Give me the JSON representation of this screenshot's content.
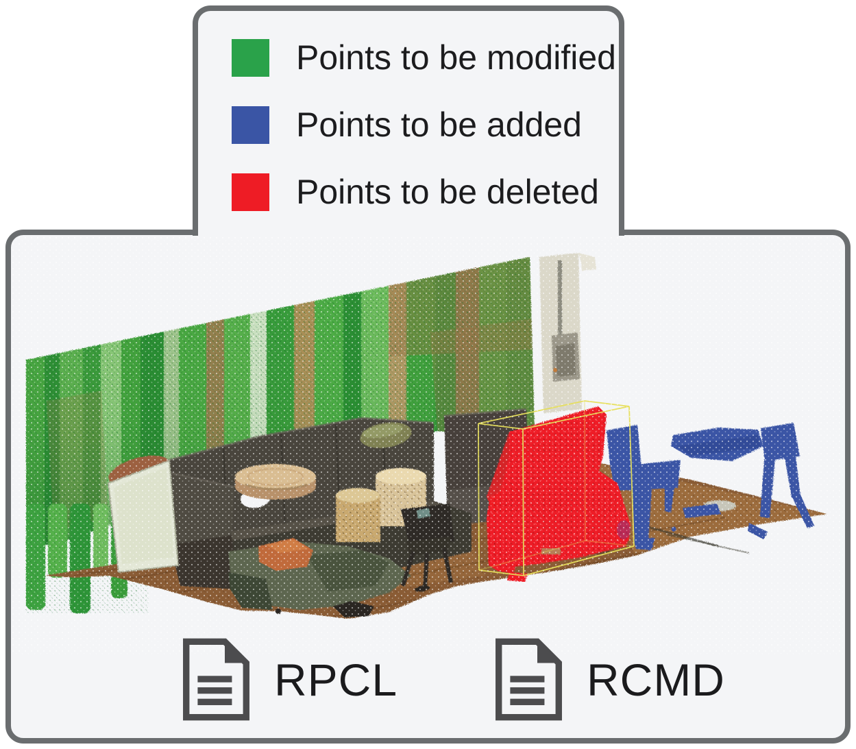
{
  "legend": {
    "items": [
      {
        "id": "modified",
        "label": "Points to be modified",
        "color": "#2aa24a"
      },
      {
        "id": "added",
        "label": "Points to be added",
        "color": "#3a55a5"
      },
      {
        "id": "deleted",
        "label": "Points to be deleted",
        "color": "#ee1c25"
      }
    ]
  },
  "files": [
    {
      "label": "RPCL"
    },
    {
      "label": "RCMD"
    }
  ],
  "colors": {
    "panel_border": "#6a6d6f",
    "panel_bg": "#f4f5f7",
    "text": "#1c1c1e",
    "icon_gray": "#4c4c4e",
    "bounding_box_yellow": "#e6df5a"
  },
  "scene": {
    "type": "3d-point-cloud-render",
    "room": "living room scan",
    "annotated_regions": [
      {
        "object": "curtain wall",
        "status": "points to be modified",
        "color": "#2aa24a"
      },
      {
        "object": "upright piano in yellow bounding box",
        "status": "points to be deleted",
        "color": "#ee1c25"
      },
      {
        "object": "two chairs and table",
        "status": "points to be added",
        "color": "#3a55a5"
      }
    ],
    "neutral_objects": [
      "sectional sofa",
      "olive pillow",
      "round wood coffee table",
      "two tree stumps",
      "side chair",
      "leaning whiteboard",
      "green tarp",
      "orange object",
      "wood floor",
      "beige wall column"
    ]
  }
}
